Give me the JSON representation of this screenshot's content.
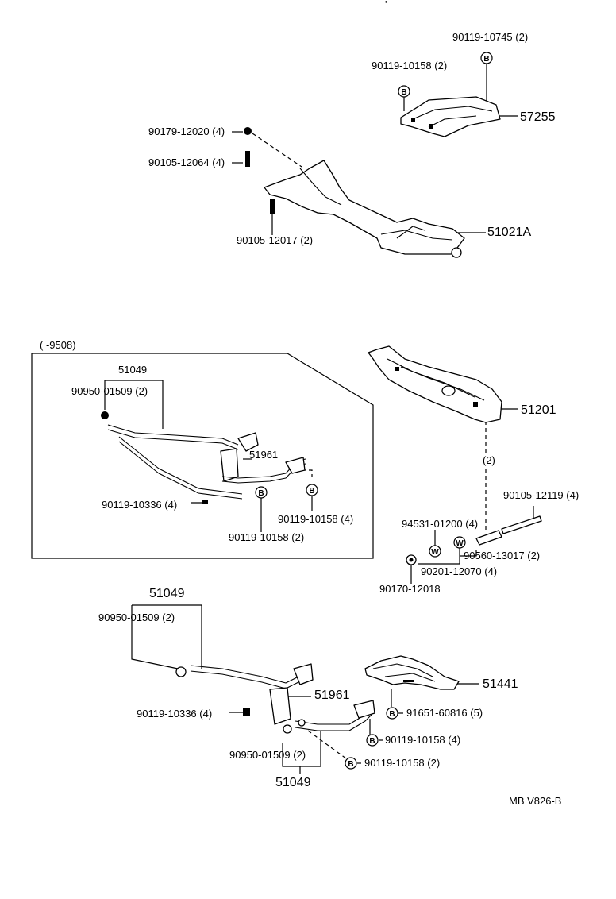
{
  "mark": "'",
  "upper": {
    "labels": {
      "p90119_10745": "90119-10745 (2)",
      "p90119_10158": "90119-10158 (2)",
      "p57255": "57255",
      "p90179_12020": "90179-12020 (4)",
      "p90105_12064": "90105-12064 (4)",
      "p51021A": "51021A",
      "p90105_12017": "90105-12017 (2)"
    }
  },
  "inset": {
    "range": "(       -9508)",
    "labels": {
      "p51049": "51049",
      "p90950_01509": "90950-01509 (2)",
      "p51961": "51961",
      "p90119_10336": "90119-10336 (4)",
      "p90119_10158_4": "90119-10158 (4)",
      "p90119_10158_2": "90119-10158 (2)"
    }
  },
  "right": {
    "labels": {
      "p51201": "51201",
      "qty2": "(2)",
      "p90105_12119": "90105-12119 (4)",
      "p94531_01200": "94531-01200 (4)",
      "p90560_13017": "90560-13017 (2)",
      "p90201_12070": "90201-12070 (4)",
      "p90170_12018": "90170-12018"
    }
  },
  "lower": {
    "labels": {
      "p51049_top": "51049",
      "p90950_01509_top": "90950-01509 (2)",
      "p51961": "51961",
      "p90119_10336": "90119-10336 (4)",
      "p90950_01509_bottom": "90950-01509 (2)",
      "p51049_bottom": "51049",
      "p51441": "51441",
      "p91651_60816": "91651-60816 (5)",
      "p90119_10158_4": "90119-10158 (4)",
      "p90119_10158_2": "90119-10158 (2)"
    }
  },
  "badges": {
    "bolt": "B",
    "washer": "W"
  },
  "footer": {
    "code": "MB  V826-B"
  }
}
